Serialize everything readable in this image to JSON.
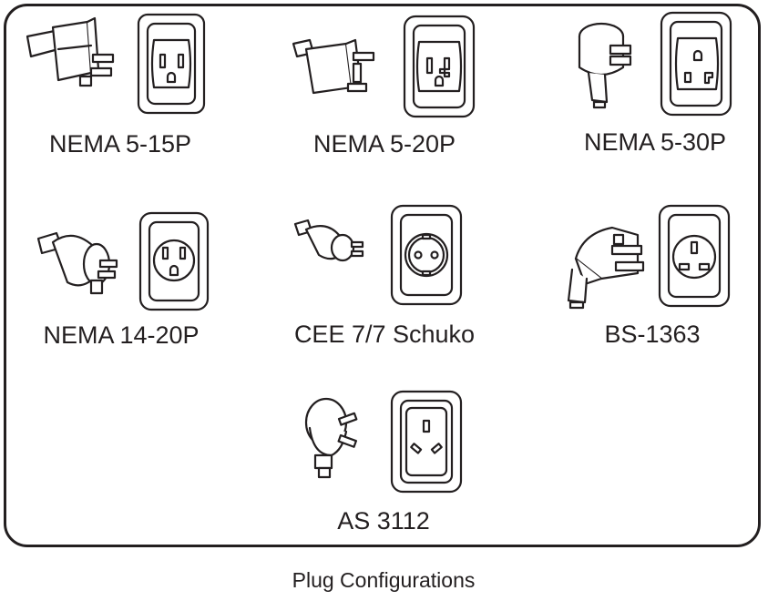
{
  "diagram": {
    "caption": "Plug Configurations",
    "items": [
      {
        "label": "NEMA 5-15P",
        "plug_icon": "nema-5-15p-plug-icon",
        "socket_icon": "nema-5-15r-socket-icon"
      },
      {
        "label": "NEMA 5-20P",
        "plug_icon": "nema-5-20p-plug-icon",
        "socket_icon": "nema-5-20r-socket-icon"
      },
      {
        "label": "NEMA 5-30P",
        "plug_icon": "nema-5-30p-plug-icon",
        "socket_icon": "nema-5-30r-socket-icon"
      },
      {
        "label": "NEMA 14-20P",
        "plug_icon": "nema-14-20p-plug-icon",
        "socket_icon": "nema-14-20r-socket-icon"
      },
      {
        "label": "CEE 7/7 Schuko",
        "plug_icon": "schuko-plug-icon",
        "socket_icon": "schuko-socket-icon"
      },
      {
        "label": "BS-1363",
        "plug_icon": "bs-1363-plug-icon",
        "socket_icon": "bs-1363-socket-icon"
      },
      {
        "label": "AS 3112",
        "plug_icon": "as-3112-plug-icon",
        "socket_icon": "as-3112-socket-icon"
      }
    ]
  }
}
